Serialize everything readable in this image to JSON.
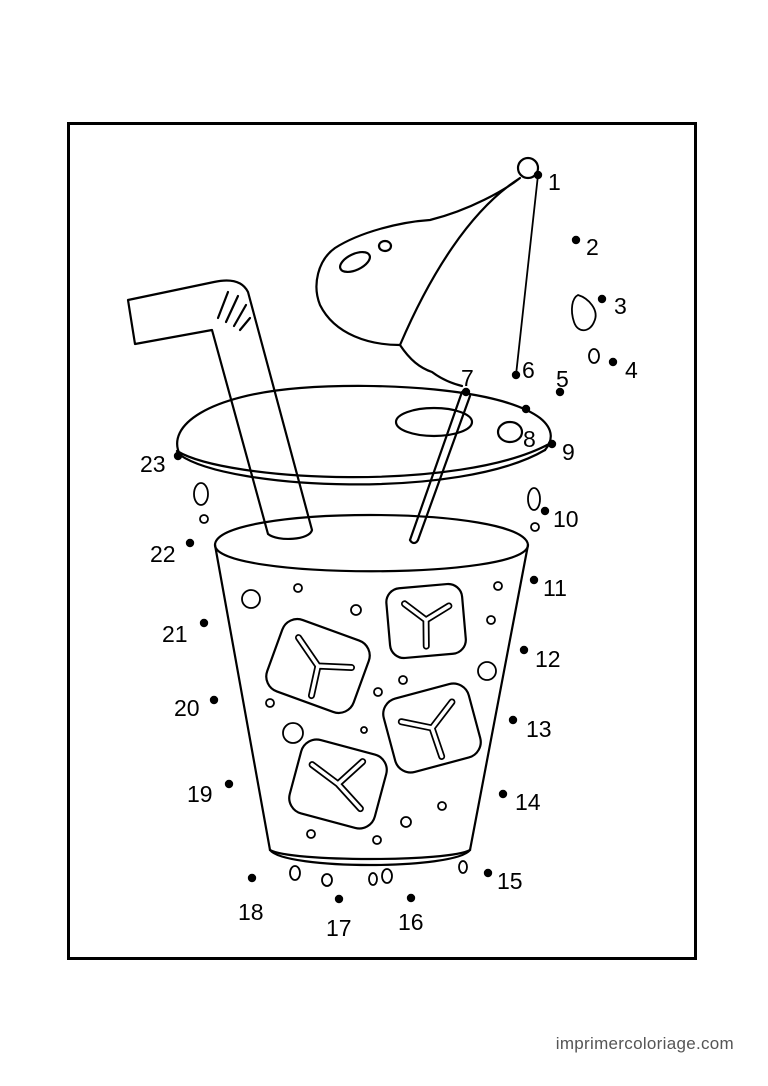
{
  "page": {
    "watermark": "imprimercoloriage.com"
  },
  "colors": {
    "ink": "#000000",
    "paper": "#ffffff",
    "watermark": "#555555"
  },
  "dots": [
    {
      "n": "1"
    },
    {
      "n": "2"
    },
    {
      "n": "3"
    },
    {
      "n": "4"
    },
    {
      "n": "5"
    },
    {
      "n": "6"
    },
    {
      "n": "7"
    },
    {
      "n": "8"
    },
    {
      "n": "9"
    },
    {
      "n": "10"
    },
    {
      "n": "11"
    },
    {
      "n": "12"
    },
    {
      "n": "13"
    },
    {
      "n": "14"
    },
    {
      "n": "15"
    },
    {
      "n": "16"
    },
    {
      "n": "17"
    },
    {
      "n": "18"
    },
    {
      "n": "19"
    },
    {
      "n": "20"
    },
    {
      "n": "21"
    },
    {
      "n": "22"
    },
    {
      "n": "23"
    }
  ]
}
